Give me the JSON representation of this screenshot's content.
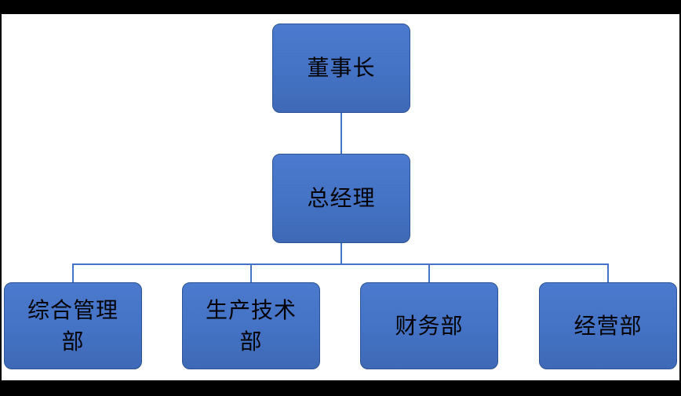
{
  "org_chart": {
    "type": "org-hierarchy",
    "nodes": {
      "chairman": {
        "label": "董事长",
        "level": 1
      },
      "general_manager": {
        "label": "总经理",
        "level": 2
      },
      "dept_admin": {
        "label": "综合管理部",
        "level": 3
      },
      "dept_production": {
        "label": "生产技术部",
        "level": 3
      },
      "dept_finance": {
        "label": "财务部",
        "level": 3
      },
      "dept_operations": {
        "label": "经营部",
        "level": 3
      }
    },
    "hierarchy": [
      {
        "parent": "董事长",
        "child": "总经理"
      },
      {
        "parent": "总经理",
        "child": "综合管理部"
      },
      {
        "parent": "总经理",
        "child": "生产技术部"
      },
      {
        "parent": "总经理",
        "child": "财务部"
      },
      {
        "parent": "总经理",
        "child": "经营部"
      }
    ],
    "colors": {
      "node_fill": "#4472C4",
      "node_border": "#2E5395",
      "connector": "#4472C4",
      "text": "#000000",
      "canvas_background": "#FFFFFF",
      "frame_background": "#000000"
    }
  }
}
